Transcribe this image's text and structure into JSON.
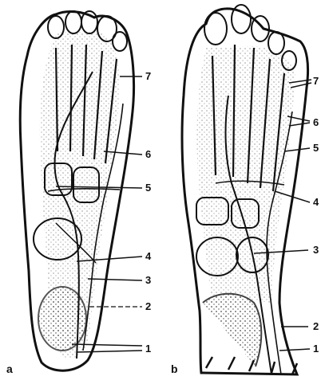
{
  "panels": [
    {
      "letter": "a",
      "labels": [
        "7",
        "6",
        "5",
        "4",
        "3",
        "2",
        "1"
      ]
    },
    {
      "letter": "b",
      "labels": [
        "7",
        "6",
        "5",
        "4",
        "3",
        "2",
        "1"
      ]
    }
  ],
  "colors": {
    "ink": "#111111",
    "paper": "#ffffff"
  }
}
